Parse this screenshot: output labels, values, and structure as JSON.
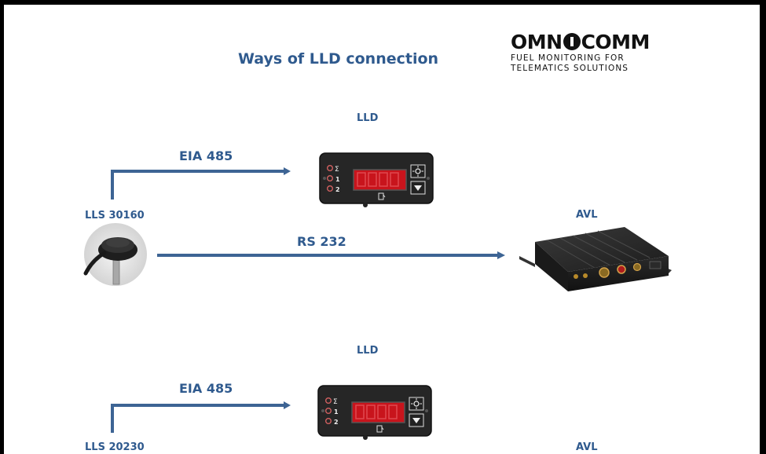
{
  "slide": {
    "title": "Ways of LLD connection"
  },
  "logo": {
    "name_left": "OMN",
    "name_right": "COMM",
    "tagline_1": "FUEL MONITORING FOR",
    "tagline_2": "TELEMATICS SOLUTIONS"
  },
  "diagram_1": {
    "lld_label": "LLD",
    "sensor_label": "LLS 30160",
    "avl_label": "AVL",
    "link_sensor_lld": "EIA 485",
    "link_sensor_avl": "RS 232",
    "lld_panel_indicators": [
      "Σ",
      "1",
      "2"
    ]
  },
  "diagram_2": {
    "lld_label": "LLD",
    "sensor_label": "LLS 20230",
    "avl_label": "AVL",
    "link_sensor_lld": "EIA 485",
    "lld_panel_indicators": [
      "Σ",
      "1",
      "2"
    ]
  },
  "colors": {
    "accent": "#2f5a8e",
    "panel": "#262626",
    "display": "#c8141c"
  },
  "icons": {
    "brightness": "sun-icon",
    "down": "triangle-down-icon",
    "fuel": "fuel-pump-icon"
  }
}
